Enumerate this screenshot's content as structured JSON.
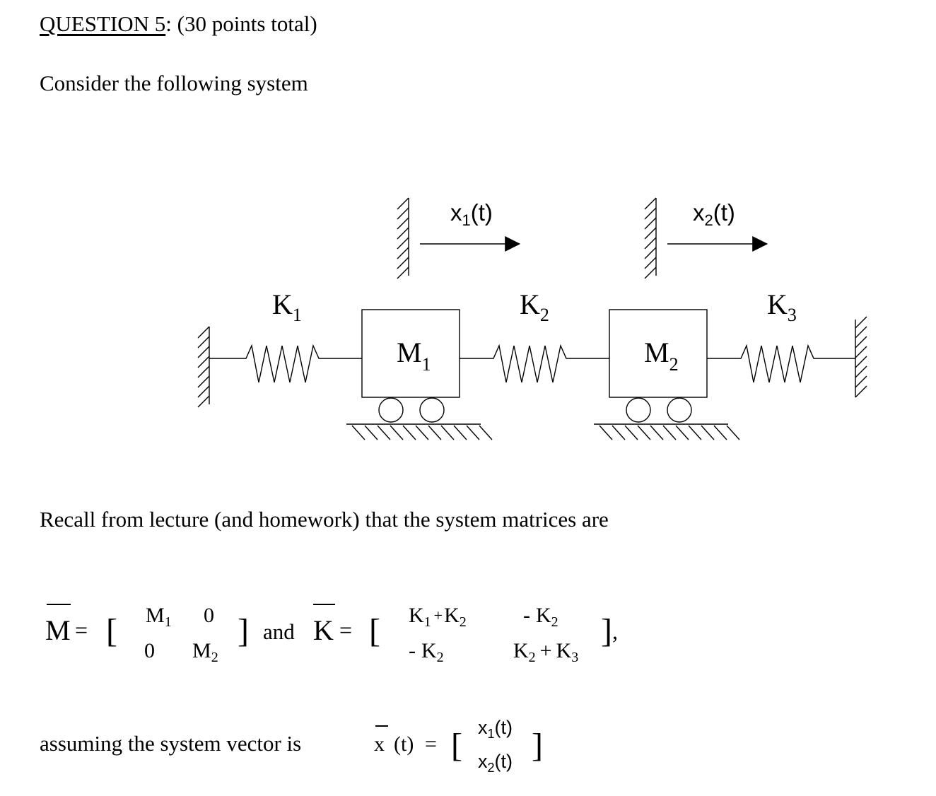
{
  "question": {
    "label": "QUESTION 5",
    "colon": ":",
    "points": "(30 points total)"
  },
  "intro": "Consider the following system",
  "figure": {
    "k1": "K",
    "k1_sub": "1",
    "k2": "K",
    "k2_sub": "2",
    "k3": "K",
    "k3_sub": "3",
    "m1": "M",
    "m1_sub": "1",
    "m2": "M",
    "m2_sub": "2",
    "x1": "x",
    "x1_sub": "1",
    "x1_arg": "(t)",
    "x2": "x",
    "x2_sub": "2",
    "x2_arg": "(t)"
  },
  "recall": "Recall from lecture (and homework) that the system matrices are",
  "matrices": {
    "mass_symbol": "M",
    "equals": "=",
    "mass": {
      "m11": "M",
      "m11_sub": "1",
      "m12": "0",
      "m21": "0",
      "m22": "M",
      "m22_sub": "2"
    },
    "and": "and",
    "stiffness_symbol": "K",
    "stiffness": {
      "k11_a": "K",
      "k11_a_sub": "1",
      "k11_plus": "+",
      "k11_b": "K",
      "k11_b_sub": "2",
      "k12_minus": "-",
      "k12": "K",
      "k12_sub": "2",
      "k21_minus": "-",
      "k21": "K",
      "k21_sub": "2",
      "k22_a": "K",
      "k22_a_sub": "2",
      "k22_plus": "+",
      "k22_b": "K",
      "k22_b_sub": "3"
    },
    "trailing_comma": ","
  },
  "assume": "assuming the system vector is",
  "vector": {
    "symbol": "x",
    "arg": "(t)",
    "equals": "=",
    "e1": "x",
    "e1_sub": "1",
    "e1_arg": "(t)",
    "e2": "x",
    "e2_sub": "2",
    "e2_arg": "(t)"
  }
}
